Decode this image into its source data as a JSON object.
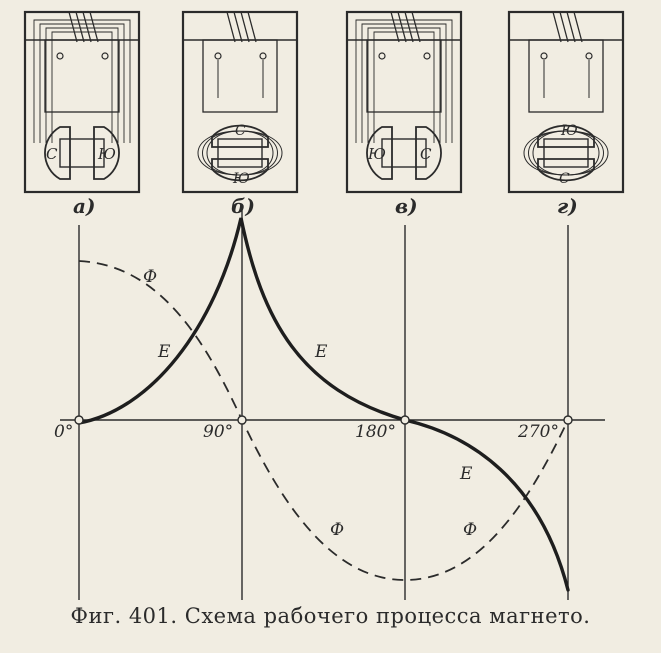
{
  "caption": "Фиг. 401. Схема рабочего процесса магнето.",
  "panels": [
    {
      "label": "а)",
      "pole_left": "С",
      "pole_right": "Ю",
      "pole_top": "",
      "pole_bottom": ""
    },
    {
      "label": "б)",
      "pole_left": "",
      "pole_right": "",
      "pole_top": "С",
      "pole_bottom": "Ю"
    },
    {
      "label": "в)",
      "pole_left": "Ю",
      "pole_right": "С",
      "pole_top": "",
      "pole_bottom": ""
    },
    {
      "label": "г)",
      "pole_left": "",
      "pole_right": "",
      "pole_top": "Ю",
      "pole_bottom": "С"
    }
  ],
  "graph": {
    "angle_labels": [
      "0°",
      "90°",
      "180°",
      "270°"
    ],
    "curve_labels": {
      "e_label": "E",
      "phi_label": "Ф"
    }
  },
  "colors": {
    "paper": "#f1ede2",
    "ink": "#2b2b2b"
  }
}
